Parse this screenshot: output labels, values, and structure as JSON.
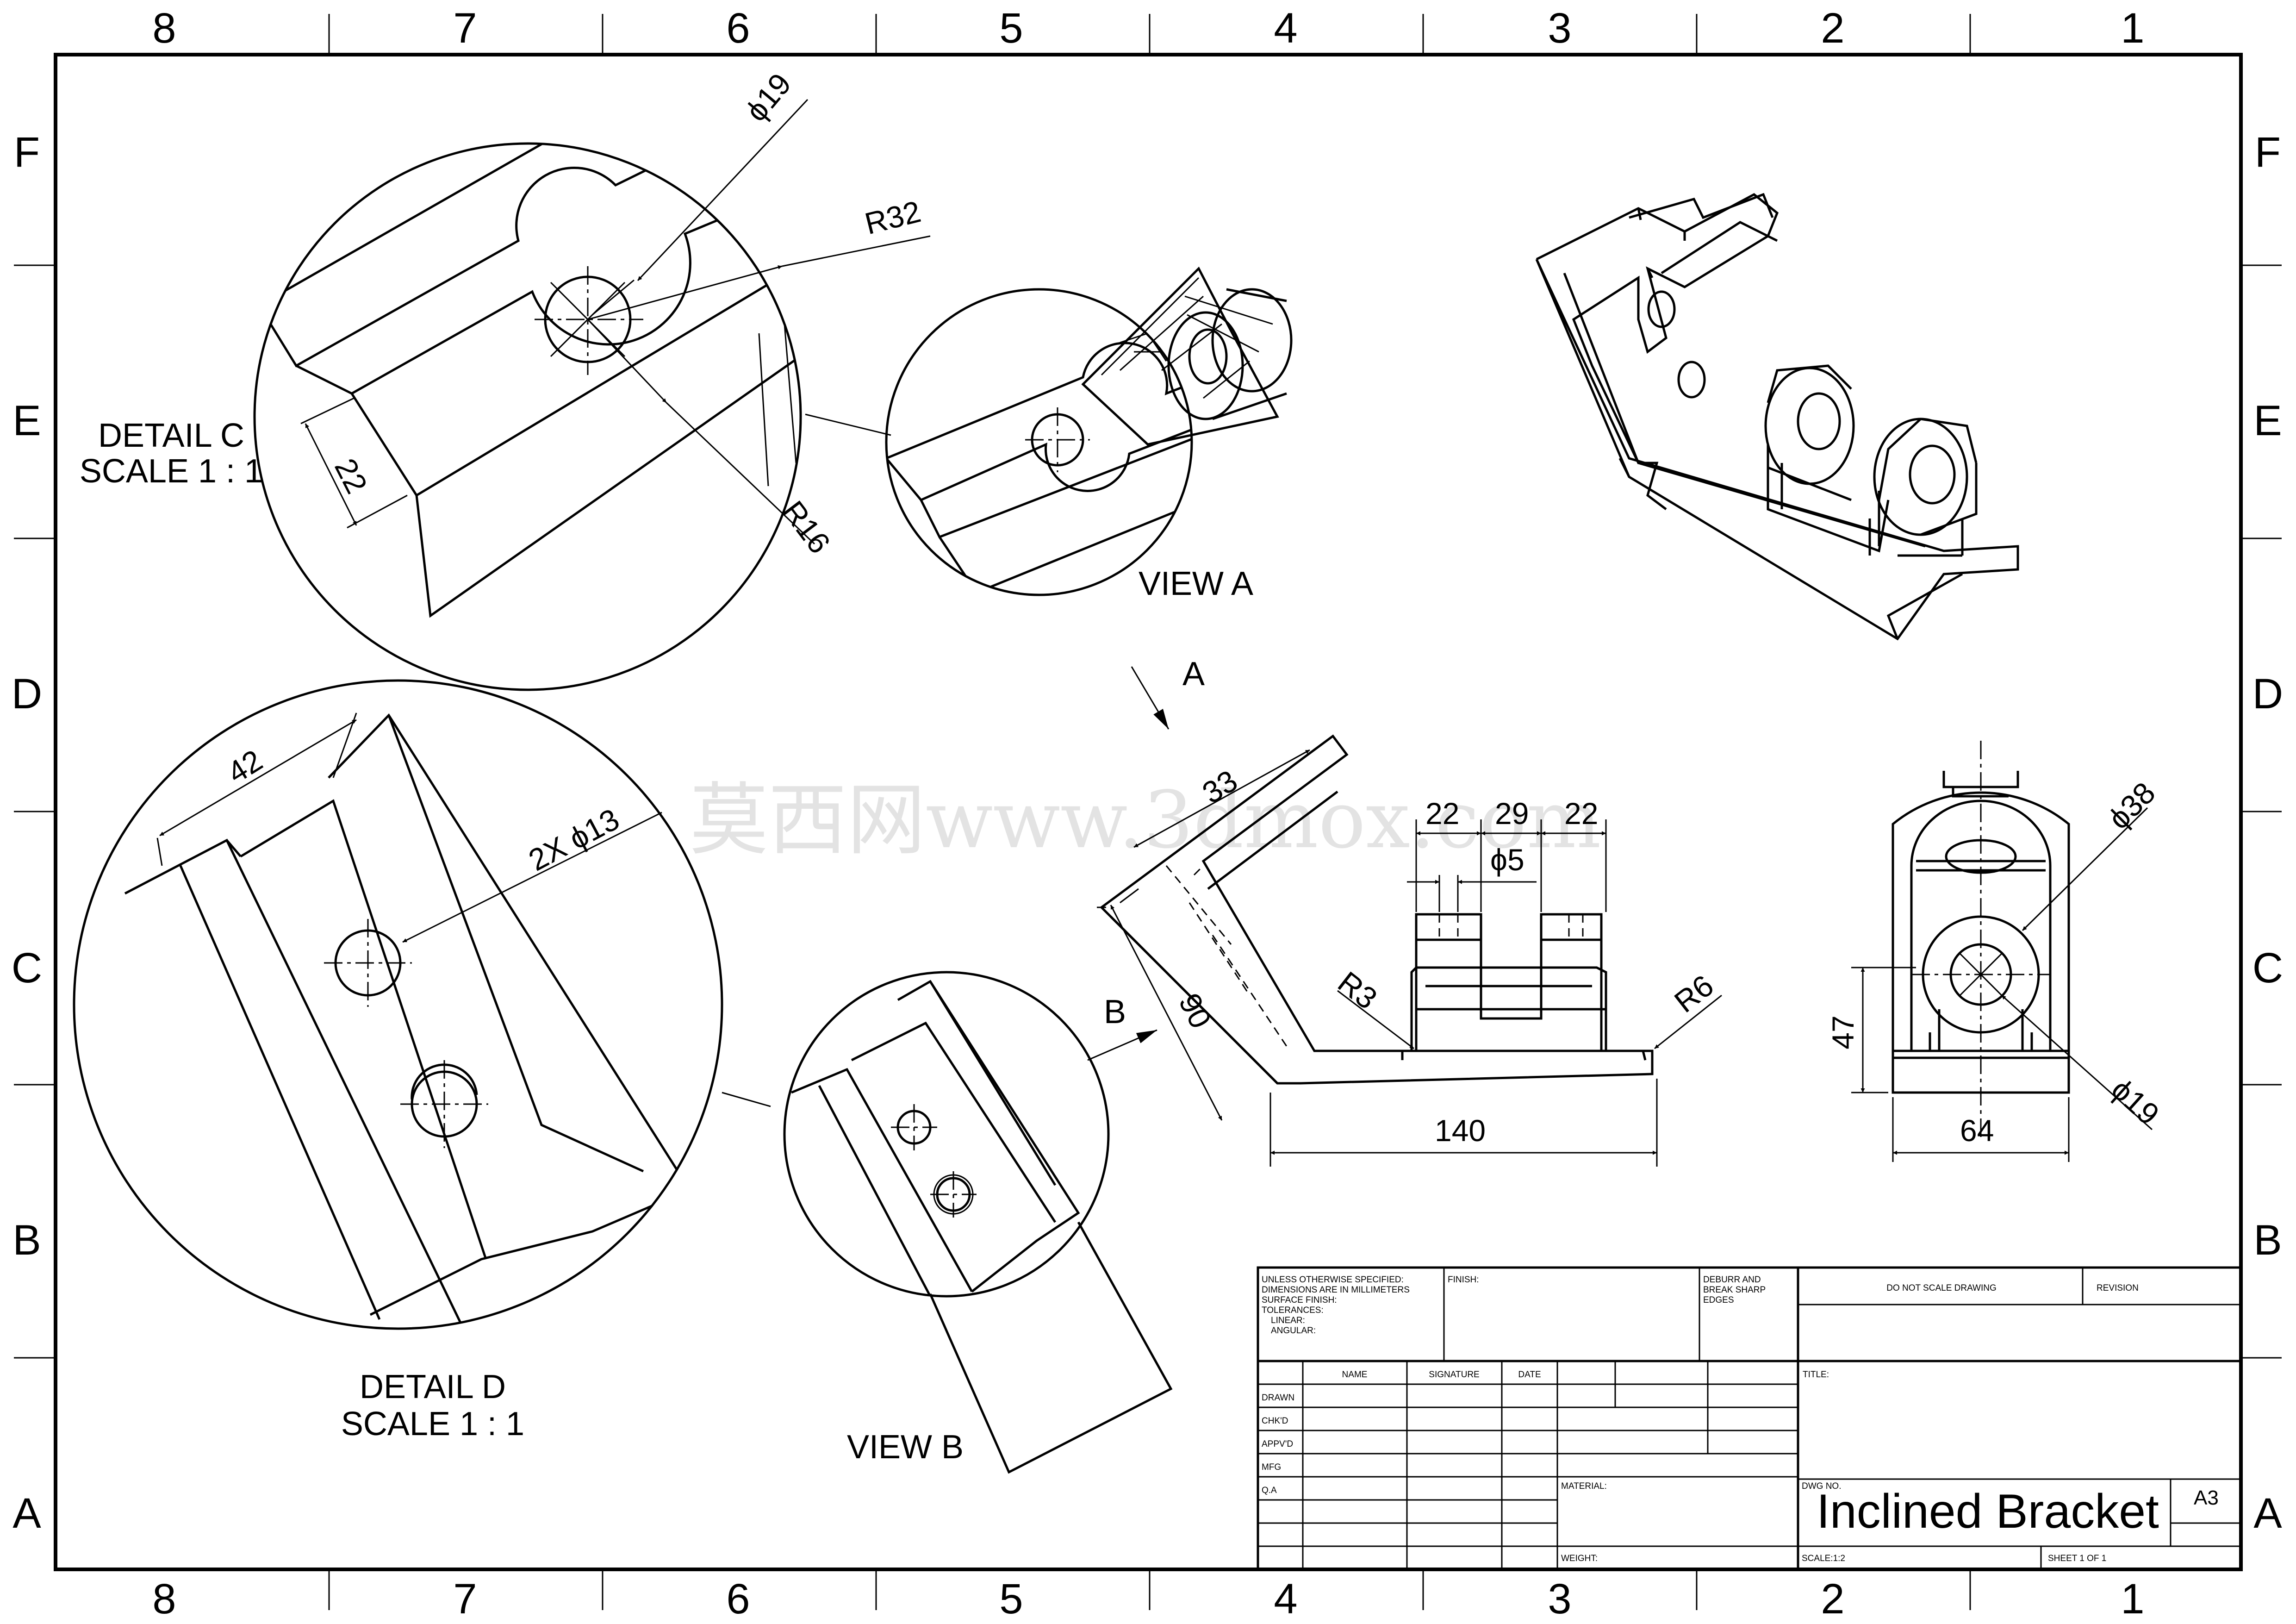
{
  "zones": {
    "columns": [
      "8",
      "7",
      "6",
      "5",
      "4",
      "3",
      "2",
      "1"
    ],
    "rows": [
      "F",
      "E",
      "D",
      "C",
      "B",
      "A"
    ]
  },
  "labels": {
    "detail_c": "DETAIL C",
    "detail_c_scale": "SCALE 1 : 1",
    "detail_d": "DETAIL D",
    "detail_d_scale": "SCALE 1 : 1",
    "view_a": "VIEW A",
    "view_b": "VIEW B",
    "arrow_a": "A",
    "arrow_b": "B"
  },
  "dimensions": {
    "c_dia": "ϕ19",
    "c_r32": "R32",
    "c_r16": "R16",
    "c_22": "22",
    "d_42": "42",
    "d_holes": "2X ϕ13",
    "f_33": "33",
    "f_90": "90",
    "f_22a": "22",
    "f_29": "29",
    "f_22b": "22",
    "f_dia5": "ϕ5",
    "f_r3": "R3",
    "f_r6": "R6",
    "f_140": "140",
    "s_dia38": "ϕ38",
    "s_47": "47",
    "s_64": "64",
    "s_dia19": "ϕ19"
  },
  "watermark": "莫西网www.3dmox.com",
  "title_block": {
    "tolerances": [
      "UNLESS OTHERWISE SPECIFIED:",
      "DIMENSIONS ARE IN MILLIMETERS",
      "SURFACE FINISH:",
      "TOLERANCES:",
      "LINEAR:",
      "ANGULAR:"
    ],
    "finish": "FINISH:",
    "deburr": [
      "DEBURR AND",
      "BREAK SHARP",
      "EDGES"
    ],
    "no_scale": "DO NOT SCALE DRAWING",
    "revision": "REVISION",
    "col_name": "NAME",
    "col_signature": "SIGNATURE",
    "col_date": "DATE",
    "title_label": "TITLE:",
    "rows": [
      "DRAWN",
      "CHK'D",
      "APPV'D",
      "MFG",
      "Q.A"
    ],
    "material": "MATERIAL:",
    "dwg_no": "DWG NO.",
    "drawing_title": "Inclined Bracket",
    "size": "A3",
    "weight": "WEIGHT:",
    "scale": "SCALE:1:2",
    "sheet": "SHEET 1 OF 1"
  }
}
